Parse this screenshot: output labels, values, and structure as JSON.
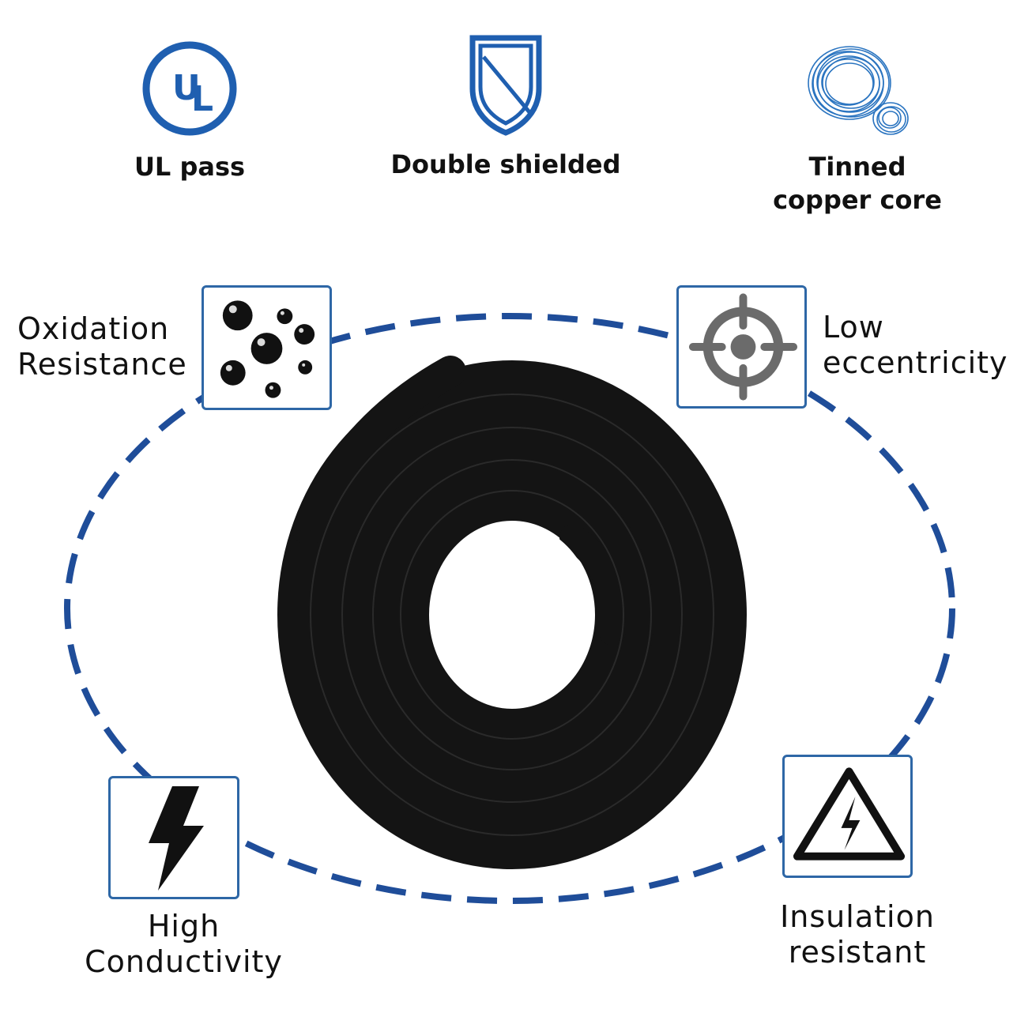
{
  "colors": {
    "accent_blue": "#1f5fb0",
    "dash_blue": "#1f4d99",
    "box_border": "#2e67a6",
    "cable_black": "#141414",
    "icon_gray": "#6b6b6b"
  },
  "top_features": [
    {
      "label": "UL pass",
      "icon": "ul-logo-icon"
    },
    {
      "label": "Double shielded",
      "icon": "shield-icon"
    },
    {
      "label_line1": "Tinned",
      "label_line2": "copper core",
      "icon": "copper-coil-icon"
    }
  ],
  "features": {
    "oxidation": {
      "line1": "Oxidation",
      "line2": "Resistance",
      "icon": "bubbles-icon"
    },
    "eccentricity": {
      "line1": "Low",
      "line2": "eccentricity",
      "icon": "crosshair-icon"
    },
    "conductivity": {
      "line1": "High",
      "line2": "Conductivity",
      "icon": "lightning-bolt-icon"
    },
    "insulation": {
      "line1": "Insulation",
      "line2": "resistant",
      "icon": "high-voltage-warning-icon"
    }
  },
  "product": {
    "name": "coiled-black-cable"
  }
}
